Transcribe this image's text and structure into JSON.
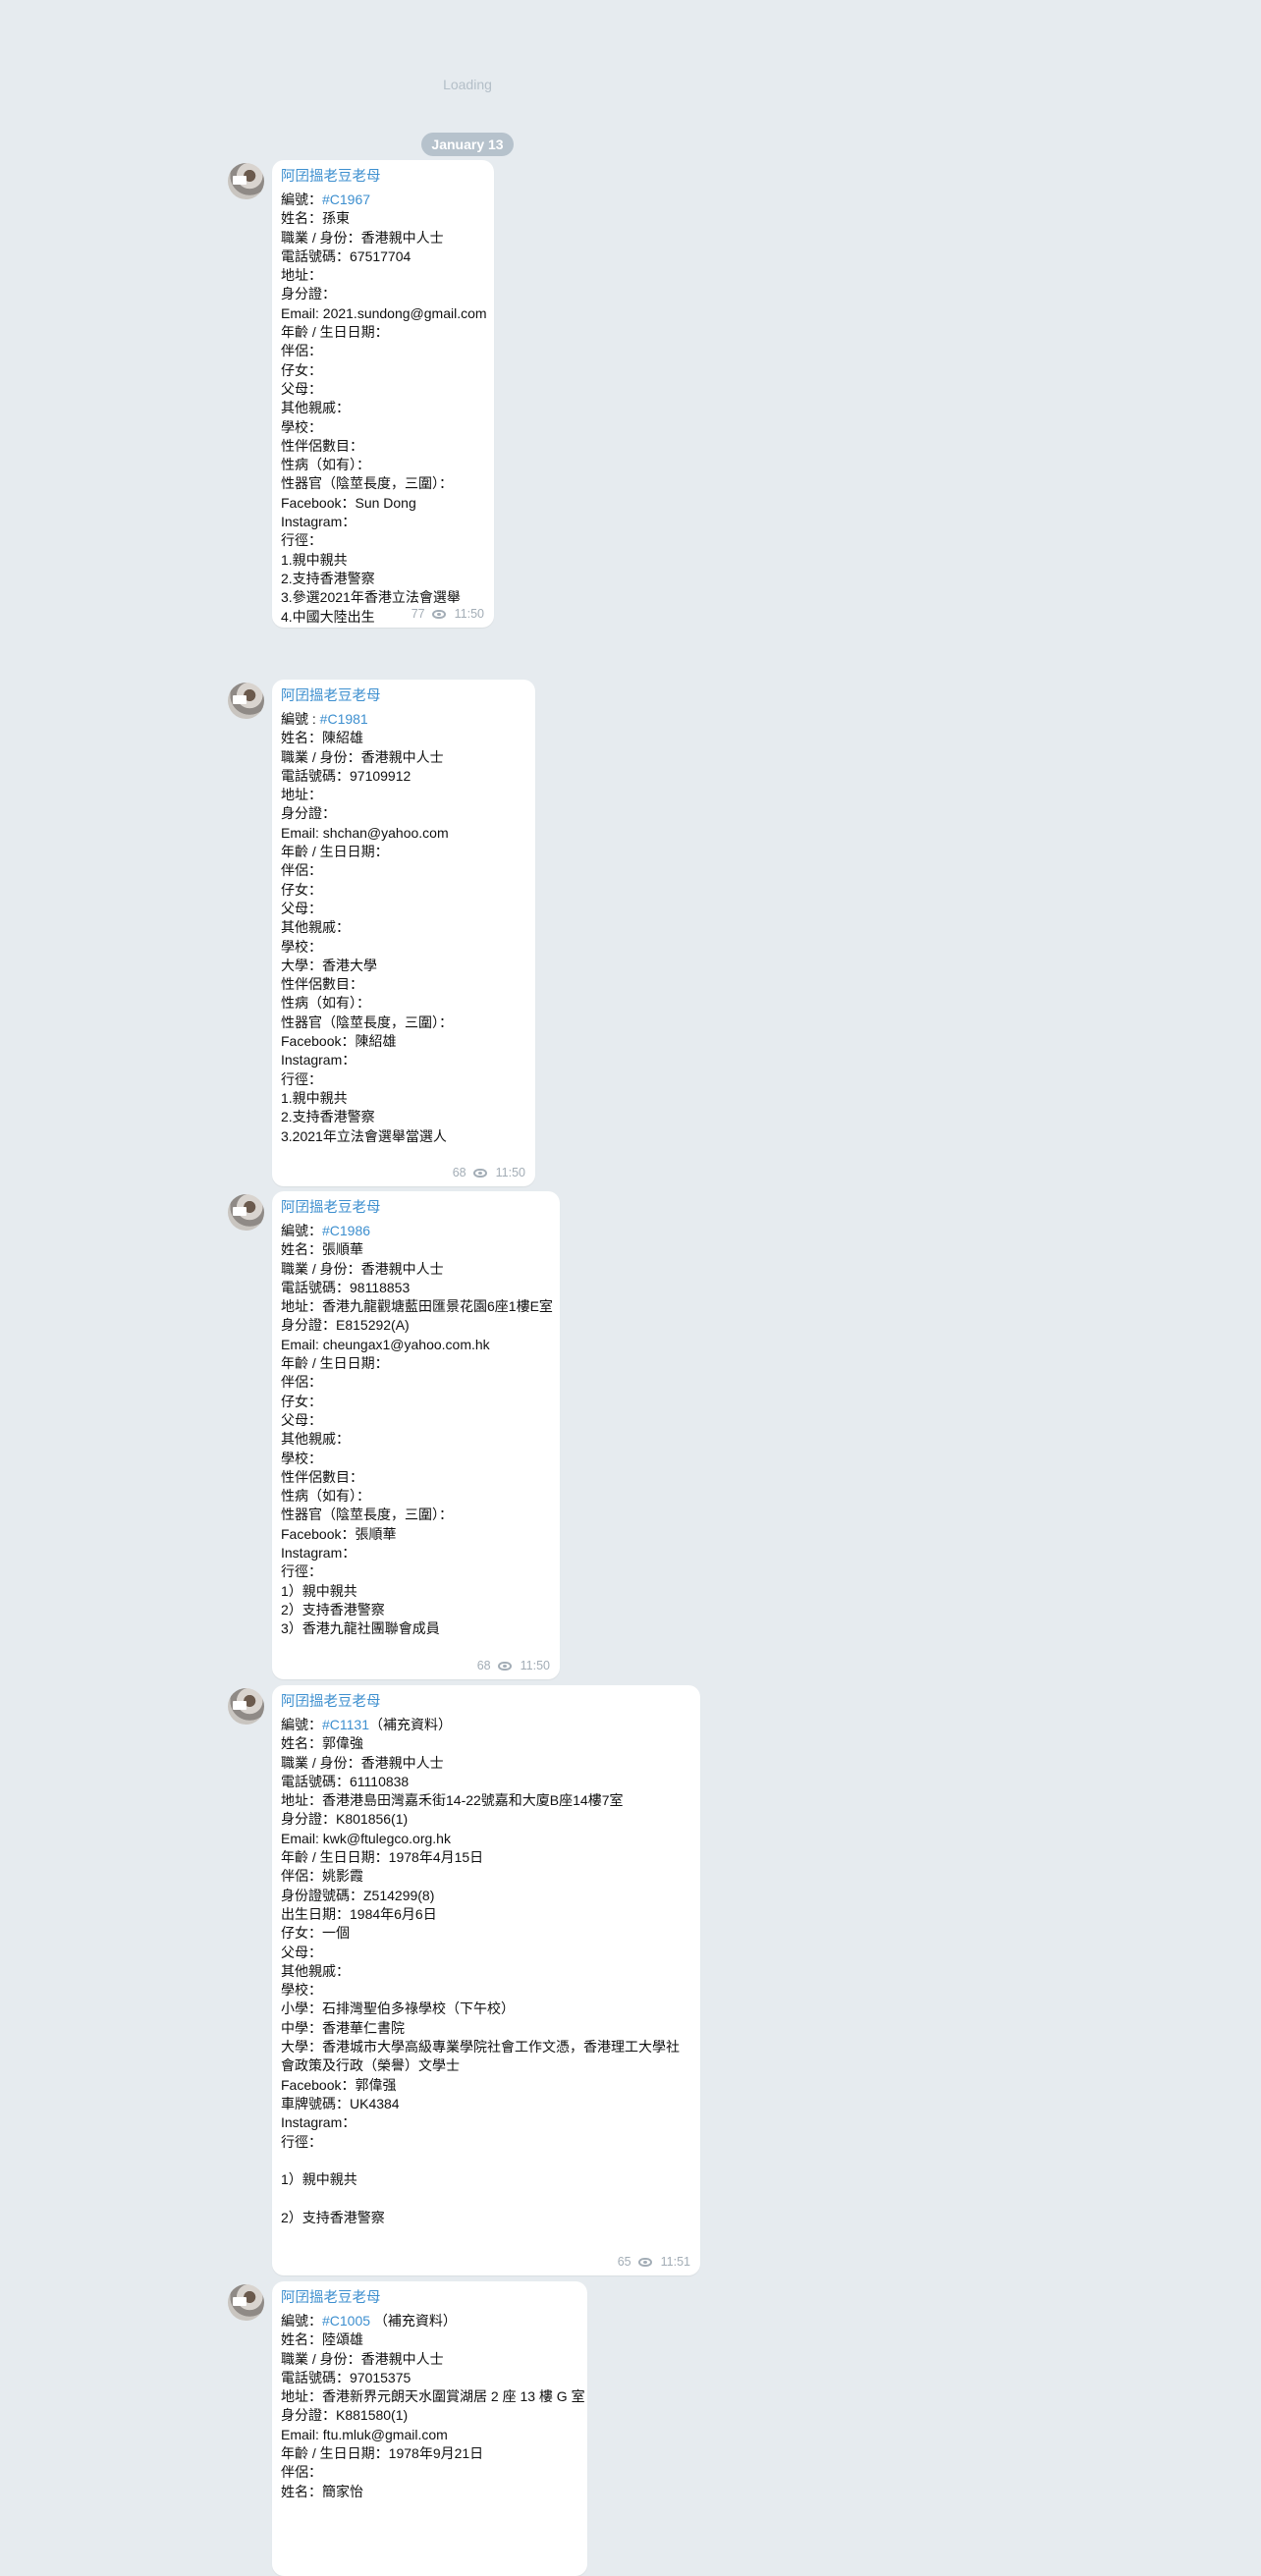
{
  "loading_text": "Loading",
  "date_label": "January 13",
  "messages": [
    {
      "sender": "阿囝搵老豆老母",
      "id_label": "編號：",
      "id_tag": "#C1967",
      "id_suffix": "",
      "lines": [
        "姓名：孫東",
        "職業 / 身份：香港親中人士",
        "電話號碼：67517704",
        "地址：",
        "身分證：",
        "Email: 2021.sundong@gmail.com",
        "年齡 / 生日日期：",
        "伴侶：",
        "仔女：",
        "父母：",
        "其他親戚：",
        "學校：",
        "性伴侶數目：",
        "性病（如有）：",
        "性器官（陰莖長度，三圍）：",
        "Facebook：Sun Dong",
        "Instagram：",
        "行徑：",
        "1.親中親共",
        "2.支持香港警察",
        "3.參選2021年香港立法會選舉",
        "4.中國大陸出生"
      ],
      "views": "77",
      "time": "11:50"
    },
    {
      "sender": "阿囝搵老豆老母",
      "id_label": "編號 : ",
      "id_tag": "#C1981",
      "id_suffix": "",
      "lines": [
        "姓名：陳紹雄",
        "職業 / 身份：香港親中人士",
        "電話號碼：97109912",
        "地址：",
        "身分證：",
        "Email: shchan@yahoo.com",
        "年齡 / 生日日期：",
        "伴侶：",
        "仔女：",
        "父母：",
        "其他親戚：",
        "學校：",
        "大學：香港大學",
        "性伴侶數目：",
        "性病（如有）：",
        "性器官（陰莖長度，三圍）：",
        "Facebook：陳紹雄",
        "Instagram：",
        "行徑：",
        "1.親中親共",
        "2.支持香港警察",
        "3.2021年立法會選舉當選人"
      ],
      "views": "68",
      "time": "11:50"
    },
    {
      "sender": "阿囝搵老豆老母",
      "id_label": "編號：",
      "id_tag": "#C1986",
      "id_suffix": "",
      "lines": [
        "姓名：張順華",
        "職業 / 身份：香港親中人士",
        "電話號碼：98118853",
        "地址：香港九龍觀塘藍田匯景花園6座1樓E室",
        "身分證：E815292(A)",
        "Email: cheungax1@yahoo.com.hk",
        "年齡 / 生日日期：",
        "伴侶：",
        "仔女：",
        "父母：",
        "其他親戚：",
        "學校：",
        "性伴侶數目：",
        "性病（如有）：",
        "性器官（陰莖長度，三圍）：",
        "Facebook：張順華",
        "Instagram：",
        "行徑：",
        "1）親中親共",
        "2）支持香港警察",
        "3）香港九龍社團聯會成員"
      ],
      "views": "68",
      "time": "11:50"
    },
    {
      "sender": "阿囝搵老豆老母",
      "id_label": "編號：",
      "id_tag": "#C1131",
      "id_suffix": "（補充資料）",
      "lines": [
        "姓名：郭偉強",
        "職業 / 身份：香港親中人士",
        "電話號碼：61110838",
        "地址：香港港島田灣嘉禾街14-22號嘉和大廈B座14樓7室",
        "身分證：K801856(1)",
        "Email: kwk@ftulegco.org.hk",
        "年齡 / 生日日期：1978年4月15日",
        "伴侶：姚影霞",
        "身份證號碼：Z514299(8)",
        "出生日期：1984年6月6日",
        "仔女：一個",
        "父母：",
        "其他親戚：",
        "學校：",
        "小學：石排灣聖伯多祿學校（下午校）",
        "中學：香港華仁書院",
        "大學：香港城市大學高級專業學院社會工作文憑，香港理工大學社",
        "會政策及行政（榮譽）文學士",
        "Facebook：郭偉强",
        "車牌號碼：UK4384",
        "Instagram：",
        "行徑：",
        "",
        "1）親中親共",
        "",
        "2）支持香港警察"
      ],
      "views": "65",
      "time": "11:51"
    },
    {
      "sender": "阿囝搵老豆老母",
      "id_label": "編號：",
      "id_tag": "#C1005",
      "id_suffix": " （補充資料）",
      "lines": [
        "姓名：陸頌雄",
        "職業 / 身份：香港親中人士",
        "電話號碼：97015375",
        "地址：香港新界元朗天水圍賞湖居 2 座 13 樓 G 室",
        "身分證：K881580(1)",
        "Email: ftu.mluk@gmail.com",
        "年齡 / 生日日期：1978年9月21日",
        "伴侶：",
        "姓名：簡家怡"
      ],
      "views": "",
      "time": ""
    }
  ]
}
